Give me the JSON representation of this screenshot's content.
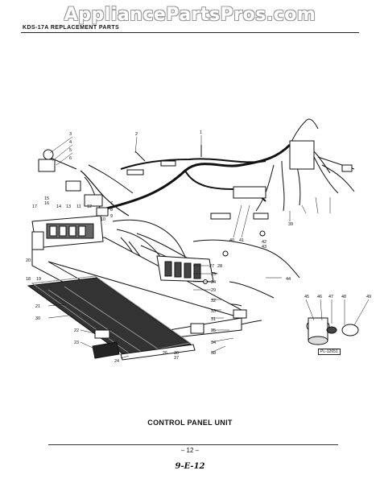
{
  "watermark": "AppliancePartsPros.com",
  "header": {
    "title": "KDS-17A REPLACEMENT PARTS"
  },
  "caption": "CONTROL PANEL UNIT",
  "footer": {
    "page": "– 12 –",
    "handwritten": "9-E-12"
  },
  "ref_code": "PL-12651",
  "callouts": [
    "1",
    "2",
    "3",
    "4",
    "5",
    "6",
    "7",
    "8",
    "9",
    "10",
    "11",
    "12",
    "13",
    "14",
    "15",
    "16",
    "17",
    "18",
    "19",
    "20",
    "21",
    "22",
    "23",
    "24",
    "25",
    "26",
    "27",
    "28",
    "29",
    "30",
    "31",
    "32",
    "33",
    "34",
    "35",
    "36",
    "37",
    "38",
    "39",
    "40",
    "41",
    "42",
    "43",
    "44",
    "45",
    "46",
    "47",
    "48",
    "49"
  ]
}
